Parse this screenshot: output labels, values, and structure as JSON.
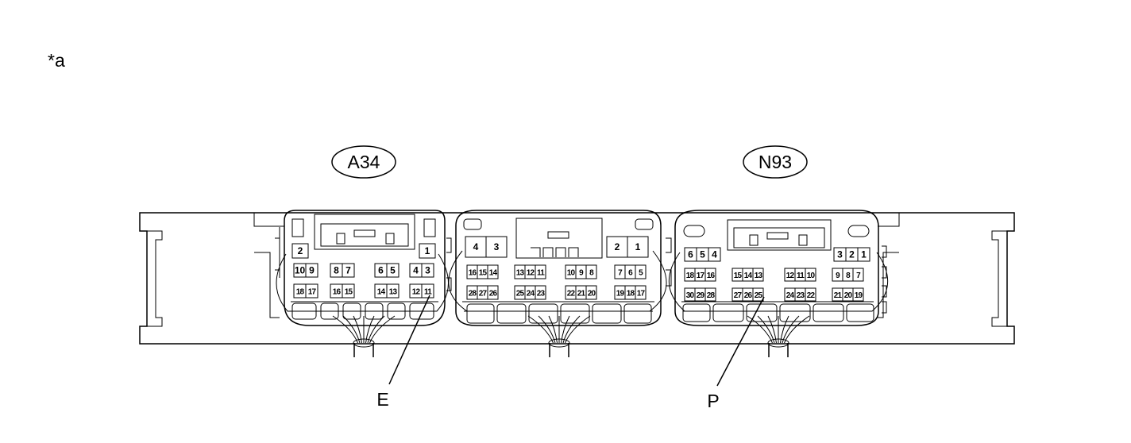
{
  "figure_label": "*a",
  "connectors": [
    {
      "id": "A34",
      "rows": [
        [
          "2",
          "1"
        ],
        [
          "10",
          "9",
          "8",
          "7",
          "6",
          "5",
          "4",
          "3"
        ],
        [
          "18",
          "17",
          "16",
          "15",
          "14",
          "13",
          "12",
          "11"
        ]
      ]
    },
    {
      "id": "",
      "rows": [
        [
          "4",
          "3",
          "2",
          "1"
        ],
        [
          "16",
          "15",
          "14",
          "13",
          "12",
          "11",
          "10",
          "9",
          "8",
          "7",
          "6",
          "5"
        ],
        [
          "28",
          "27",
          "26",
          "25",
          "24",
          "23",
          "22",
          "21",
          "20",
          "19",
          "18",
          "17"
        ]
      ]
    },
    {
      "id": "N93",
      "rows": [
        [
          "6",
          "5",
          "4",
          "3",
          "2",
          "1"
        ],
        [
          "18",
          "17",
          "16",
          "15",
          "14",
          "13",
          "12",
          "11",
          "10",
          "9",
          "8",
          "7"
        ],
        [
          "30",
          "29",
          "28",
          "27",
          "26",
          "25",
          "24",
          "23",
          "22",
          "21",
          "20",
          "19"
        ]
      ]
    }
  ],
  "callouts": [
    {
      "label": "E",
      "connector": "A34",
      "pin": "11"
    },
    {
      "label": "P",
      "connector": "N93",
      "pin": "25"
    }
  ]
}
